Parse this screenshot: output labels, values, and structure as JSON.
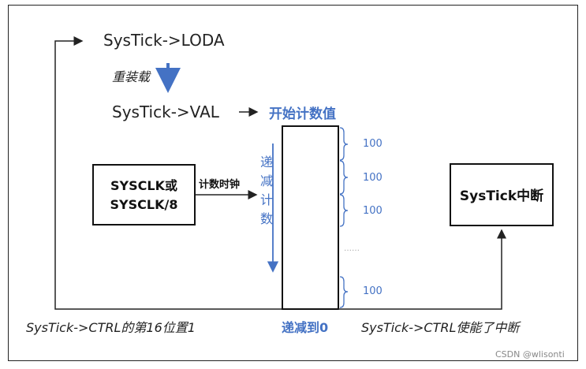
{
  "diagram": {
    "loda_label": "SysTick->LODA",
    "reload_label": "重装载",
    "val_label": "SysTick->VAL",
    "start_count_label": "开始计数值",
    "clock_source": "SYSCLK或\nSYSCLK/8",
    "count_clock_label": "计数时钟",
    "count_down_label": "递减计数",
    "tick_values": [
      "100",
      "100",
      "100",
      "100"
    ],
    "ellipsis": "……",
    "reach_zero_label": "递减到0",
    "interrupt_box_label": "SysTick中断",
    "ctrl_bit16_label": "SysTick->CTRL的第16位置1",
    "ctrl_interrupt_enabled_label": "SysTick->CTRL使能了中断",
    "watermark": "CSDN @wlisonti",
    "colors": {
      "accent": "#4472c4",
      "line": "#222222"
    }
  }
}
